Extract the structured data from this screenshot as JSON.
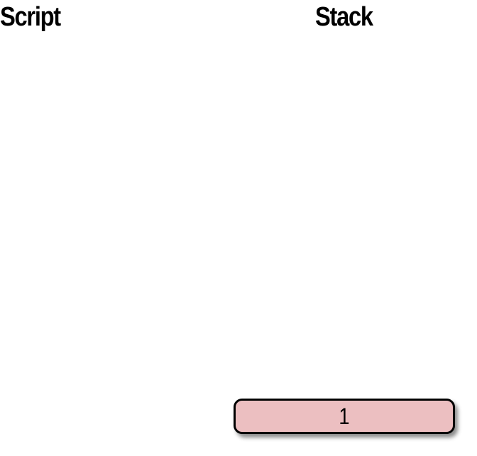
{
  "headings": {
    "script": "Script",
    "stack": "Stack"
  },
  "stack": {
    "items": [
      {
        "label": "1",
        "fill_color": "#ecbfc1"
      }
    ]
  }
}
